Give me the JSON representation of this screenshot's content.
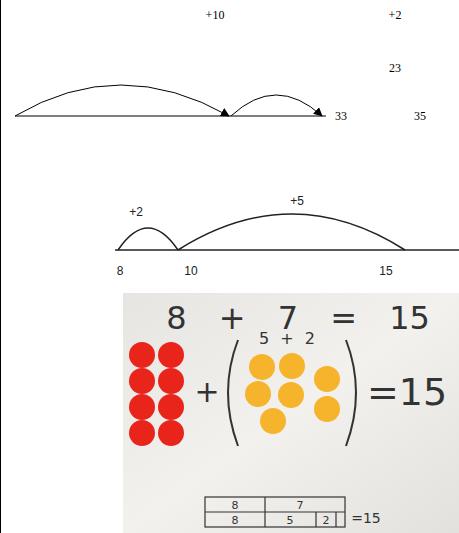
{
  "diagram": {
    "labels": [
      "+10",
      "+2",
      "23",
      "33",
      "35",
      "+2",
      "+5",
      "8",
      "10",
      "15",
      "8 + 7 = 15",
      "5 + 2",
      "+",
      "=15",
      "8",
      "7",
      "8",
      "5",
      "2",
      "=15"
    ]
  }
}
